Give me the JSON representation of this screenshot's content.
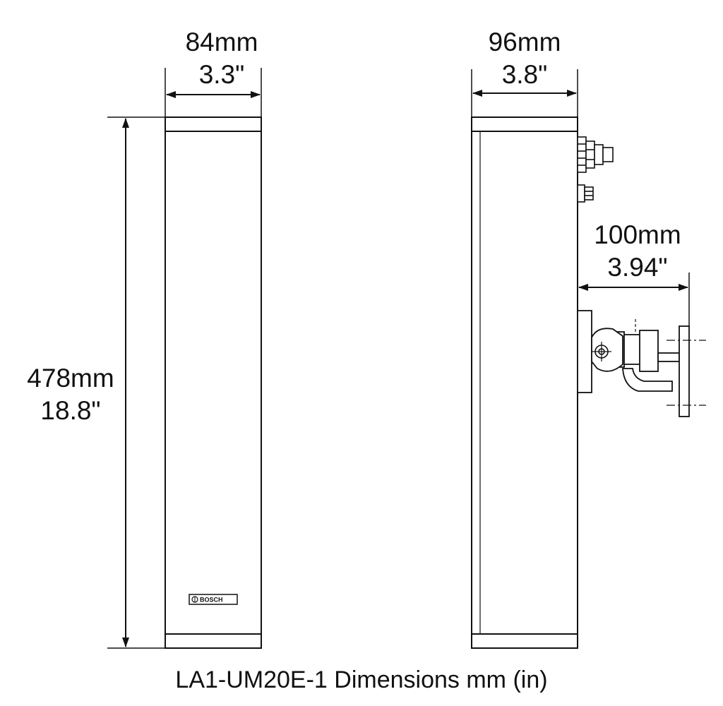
{
  "caption": "LA1-UM20E-1 Dimensions mm (in)",
  "logo": "BOSCH",
  "dimensions": {
    "front_width": {
      "metric": "84mm",
      "imperial": "3.3\""
    },
    "side_depth": {
      "metric": "96mm",
      "imperial": "3.8\""
    },
    "height": {
      "metric": "478mm",
      "imperial": "18.8\""
    },
    "bracket_depth": {
      "metric": "100mm",
      "imperial": "3.94\""
    }
  },
  "colors": {
    "line": "#111111",
    "background": "#ffffff"
  },
  "icons": {
    "logo_mark": "bosch-armature-icon",
    "cable_gland": "cable-gland-icon",
    "bracket_pivot": "bracket-pivot-icon"
  }
}
